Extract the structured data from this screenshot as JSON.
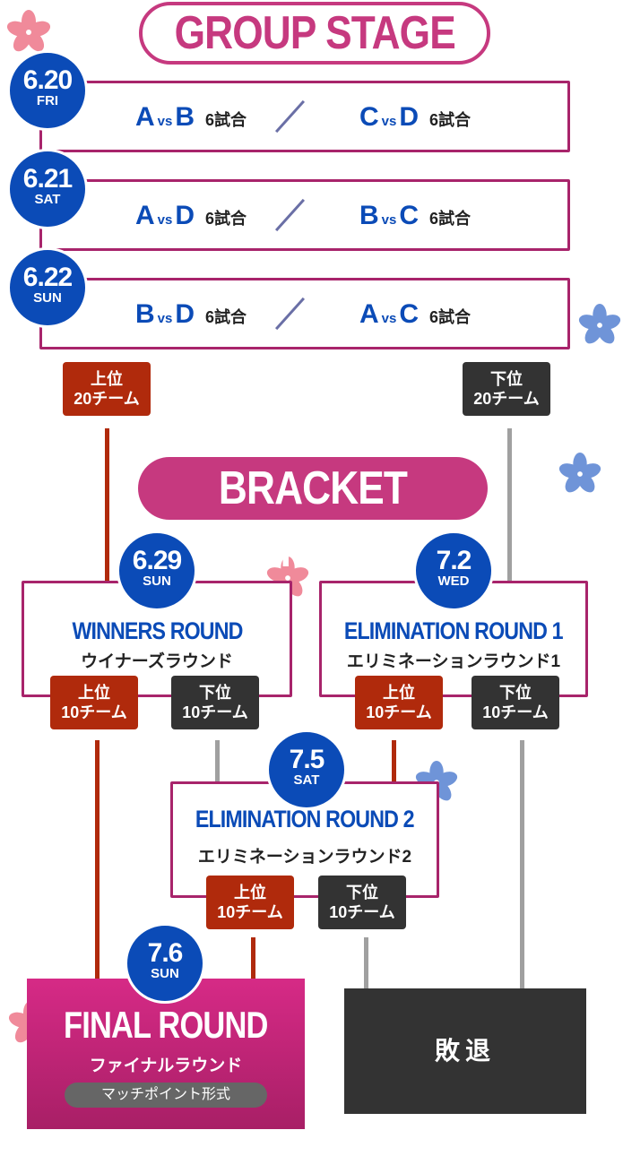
{
  "group_stage": {
    "title": "GROUP STAGE",
    "days": [
      {
        "date": "6.20",
        "weekday": "FRI",
        "match1": {
          "a": "A",
          "vs": "vs",
          "b": "B",
          "games": "6試合"
        },
        "match2": {
          "a": "C",
          "vs": "vs",
          "b": "D",
          "games": "6試合"
        }
      },
      {
        "date": "6.21",
        "weekday": "SAT",
        "match1": {
          "a": "A",
          "vs": "vs",
          "b": "D",
          "games": "6試合"
        },
        "match2": {
          "a": "B",
          "vs": "vs",
          "b": "C",
          "games": "6試合"
        }
      },
      {
        "date": "6.22",
        "weekday": "SUN",
        "match1": {
          "a": "B",
          "vs": "vs",
          "b": "D",
          "games": "6試合"
        },
        "match2": {
          "a": "A",
          "vs": "vs",
          "b": "C",
          "games": "6試合"
        }
      }
    ],
    "upper_tag": {
      "line1": "上位",
      "line2": "20チーム"
    },
    "lower_tag": {
      "line1": "下位",
      "line2": "20チーム"
    }
  },
  "bracket_stage": {
    "title": "BRACKET STAGE",
    "winners_round": {
      "date": "6.29",
      "weekday": "SUN",
      "title_en": "WINNERS ROUND",
      "title_jp": "ウイナーズラウンド",
      "upper": {
        "line1": "上位",
        "line2": "10チーム"
      },
      "lower": {
        "line1": "下位",
        "line2": "10チーム"
      }
    },
    "elimination_round_1": {
      "date": "7.2",
      "weekday": "WED",
      "title_en": "ELIMINATION ROUND 1",
      "title_jp": "エリミネーションラウンド1",
      "upper": {
        "line1": "上位",
        "line2": "10チーム"
      },
      "lower": {
        "line1": "下位",
        "line2": "10チーム"
      }
    },
    "elimination_round_2": {
      "date": "7.5",
      "weekday": "SAT",
      "title_en": "ELIMINATION ROUND 2",
      "title_jp": "エリミネーションラウンド2",
      "upper": {
        "line1": "上位",
        "line2": "10チーム"
      },
      "lower": {
        "line1": "下位",
        "line2": "10チーム"
      }
    },
    "final_round": {
      "date": "7.6",
      "weekday": "SUN",
      "title_en": "FINAL ROUND",
      "title_jp": "ファイナルラウンド",
      "format": "マッチポイント形式"
    },
    "eliminated": {
      "label": "敗退"
    }
  },
  "colors": {
    "magenta": "#c6397f",
    "blue": "#0b4bb7",
    "red_tag": "#b02a0c",
    "dark_tag": "#333333",
    "gray_arrow": "#a0a0a0"
  }
}
